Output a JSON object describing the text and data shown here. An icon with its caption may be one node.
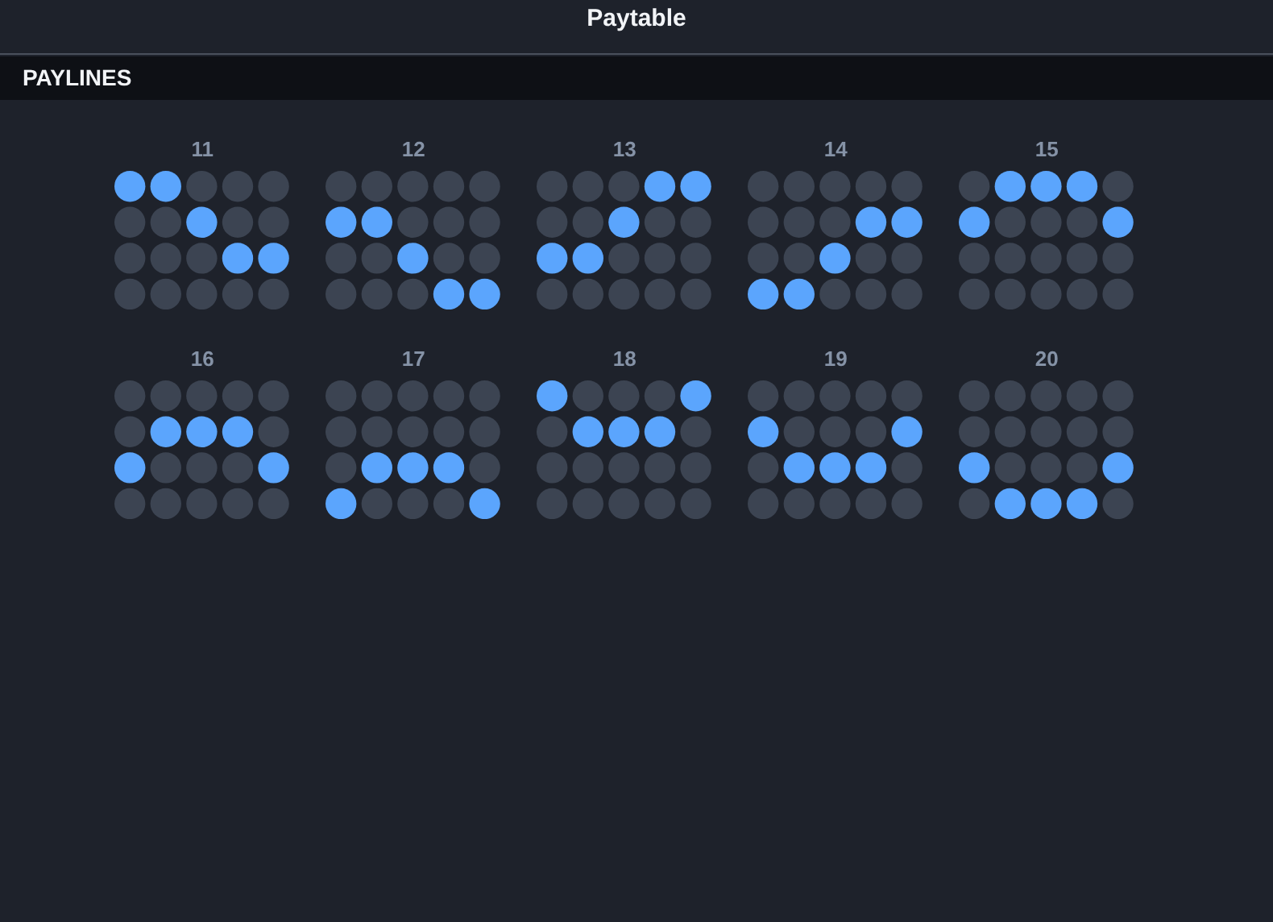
{
  "diagram": {
    "title": "Paytable",
    "labels": [
      "PAYLINES",
      "11",
      "12",
      "13",
      "14",
      "15",
      "16",
      "17",
      "18",
      "19",
      "20"
    ]
  }
}
